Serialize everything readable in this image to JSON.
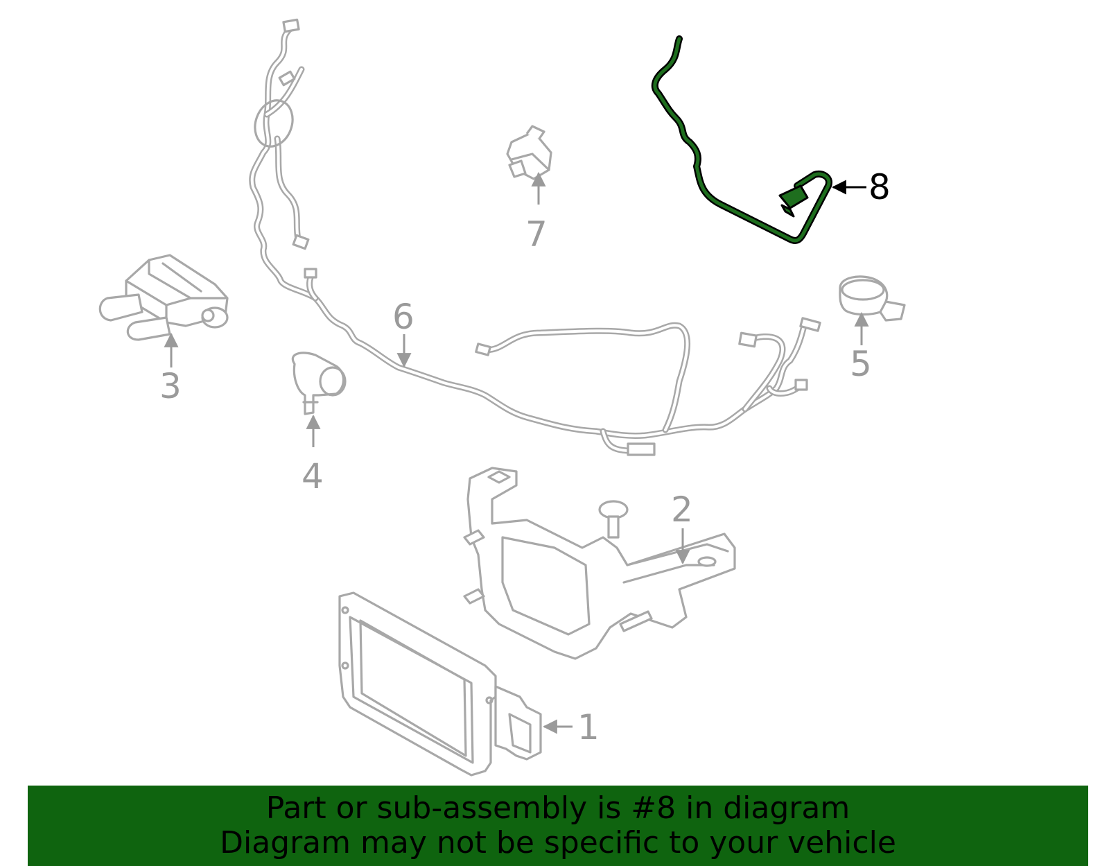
{
  "callouts": {
    "c1": "1",
    "c2": "2",
    "c3": "3",
    "c4": "4",
    "c5": "5",
    "c6": "6",
    "c7": "7",
    "c8": "8"
  },
  "highlighted_part": "8",
  "colors": {
    "highlight": "#1e6e1e",
    "banner": "#0f640f",
    "part_outline": "#a8a8a8"
  },
  "banner": {
    "line1": "Part or sub-assembly is #8 in diagram",
    "line2": "Diagram may not be specific to your vehicle"
  }
}
